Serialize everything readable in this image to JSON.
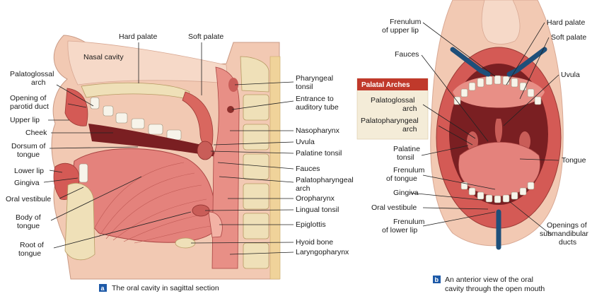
{
  "panel_a": {
    "badge": "a",
    "caption": "The oral cavity in sagittal section",
    "labels": {
      "hard_palate": "Hard palate",
      "soft_palate": "Soft palate",
      "nasal_cavity": "Nasal cavity",
      "palatoglossal_arch": [
        "Palatoglossal",
        "arch"
      ],
      "opening_parotid_duct": [
        "Opening of",
        "parotid duct"
      ],
      "upper_lip": "Upper lip",
      "cheek": "Cheek",
      "dorsum_tongue": [
        "Dorsum of",
        "tongue"
      ],
      "lower_lip": "Lower lip",
      "gingiva": "Gingiva",
      "oral_vestibule": "Oral vestibule",
      "body_tongue": [
        "Body of",
        "tongue"
      ],
      "root_tongue": [
        "Root of",
        "tongue"
      ],
      "pharyngeal_tonsil": [
        "Pharyngeal",
        "tonsil"
      ],
      "entrance_auditory_tube": [
        "Entrance to",
        "auditory tube"
      ],
      "nasopharynx": "Nasopharynx",
      "uvula": "Uvula",
      "palatine_tonsil": "Palatine tonsil",
      "fauces": "Fauces",
      "palatopharyngeal_arch": [
        "Palatopharyngeal",
        "arch"
      ],
      "oropharynx": "Oropharynx",
      "lingual_tonsil": "Lingual tonsil",
      "epiglottis": "Epiglottis",
      "hyoid_bone": "Hyoid bone",
      "laryngopharynx": "Laryngopharynx"
    }
  },
  "panel_b": {
    "badge": "b",
    "caption": [
      "An anterior view of the oral",
      "cavity through the open mouth"
    ],
    "box_title": "Palatal Arches",
    "labels": {
      "frenulum_upper_lip": [
        "Frenulum",
        "of upper lip"
      ],
      "fauces": "Fauces",
      "palatoglossal_arch": [
        "Palatoglossal",
        "arch"
      ],
      "palatopharyngeal_arch": [
        "Palatopharyngeal",
        "arch"
      ],
      "palatine_tonsil": [
        "Palatine",
        "tonsil"
      ],
      "frenulum_tongue": [
        "Frenulum",
        "of tongue"
      ],
      "gingiva": "Gingiva",
      "oral_vestibule": "Oral vestibule",
      "frenulum_lower_lip": [
        "Frenulum",
        "of lower lip"
      ],
      "hard_palate": "Hard palate",
      "soft_palate": "Soft palate",
      "uvula": "Uvula",
      "tongue": "Tongue",
      "openings_submandibular": [
        "Openings of",
        "submandibular",
        "ducts"
      ]
    }
  },
  "colors": {
    "tissue": "#e4827c",
    "tissue_dark": "#b8403f",
    "skin": "#f2c9b3",
    "bone": "#efe0b8",
    "tooth": "#f7f4ea",
    "badge": "#1e5aa8",
    "box_header": "#c0392b",
    "box_bg": "#f4ecd8"
  }
}
